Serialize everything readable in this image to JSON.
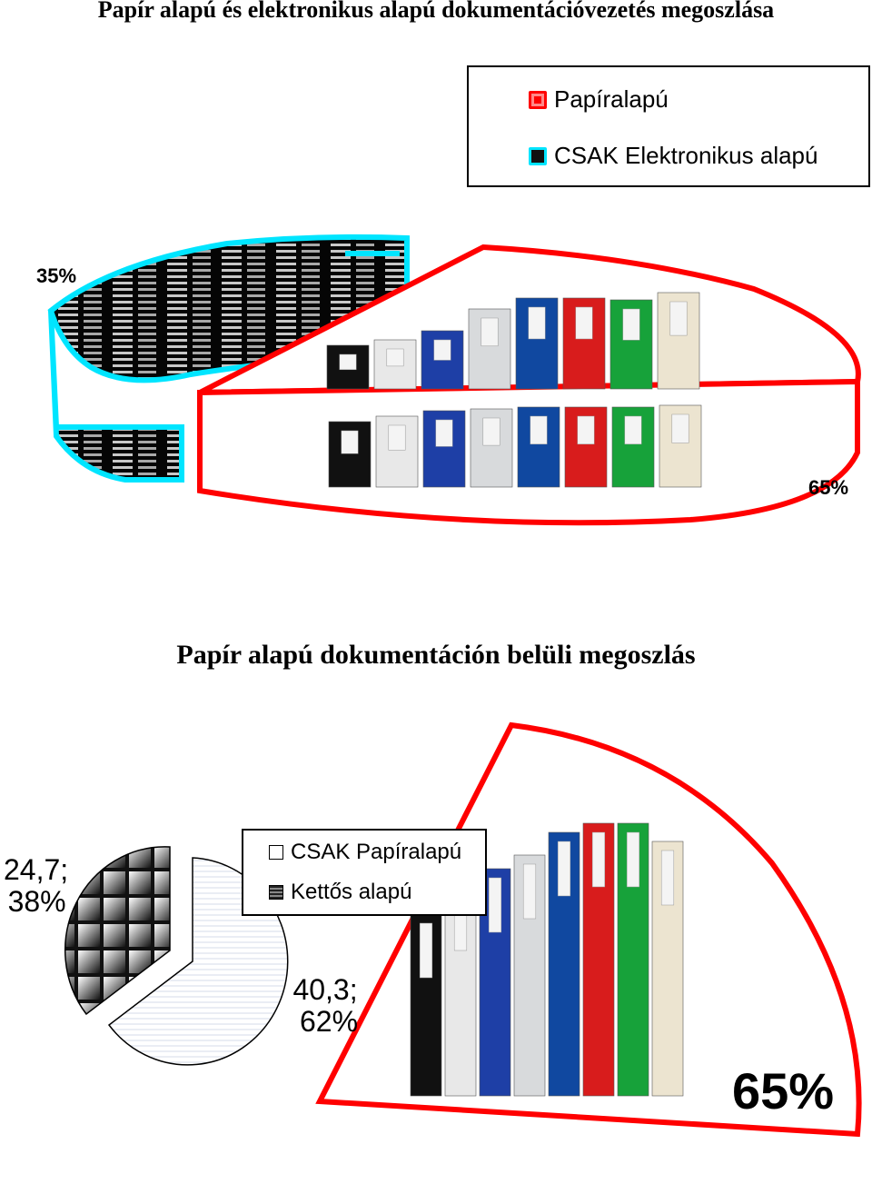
{
  "chart_data": [
    {
      "type": "pie",
      "title": "Papír alapú és elektronikus alapú dokumentációvezetés megoszlása",
      "legend_position": "top-right",
      "slices": [
        {
          "label": "Papíralapú",
          "value": 65,
          "value_label": "65%",
          "color": "#ff0000"
        },
        {
          "label": "CSAK Elektronikus alapú",
          "value": 35,
          "value_label": "35%",
          "color": "#00e5ff"
        }
      ]
    },
    {
      "type": "pie",
      "title": "Papír alapú dokumentáción belüli megoszlás",
      "legend_position": "top-center",
      "slices": [
        {
          "label": "CSAK Papíralapú",
          "value": 40.3,
          "value_label": "40,3;",
          "percent_label": "62%"
        },
        {
          "label": "Kettős alapú",
          "value": 24.7,
          "value_label": "24,7;",
          "percent_label": "38%"
        }
      ],
      "exploded_callout_label": "65%"
    }
  ],
  "colors": {
    "paper_red": "#ff0000",
    "electronic_cyan": "#00e5ff",
    "terminal_bg": "#050505"
  },
  "icons": [
    "binder-icon",
    "terminal-screen-icon"
  ]
}
